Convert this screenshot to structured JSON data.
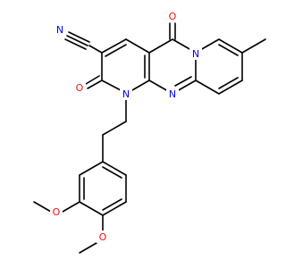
{
  "molecule": {
    "colors": {
      "carbon": "#000000",
      "oxygen": "#ff0d0d",
      "nitrogen": "#0000ff",
      "background": "#ffffff"
    },
    "labels": {
      "nitrile_n": "N",
      "carbonyl_o_top": "O",
      "carbonyl_o_left": "O",
      "ring_n_1": "N",
      "ring_n_2": "N",
      "ring_n_3": "N",
      "ether_o_1": "O",
      "ether_o_2": "O"
    }
  }
}
